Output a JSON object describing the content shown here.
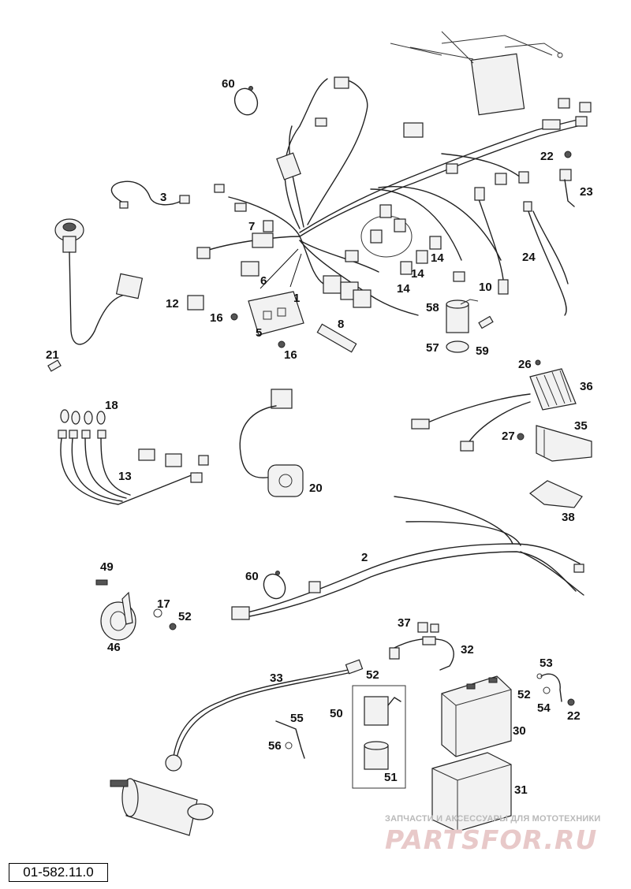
{
  "diagram_code": "01-582.11.0",
  "watermark": {
    "caption": "ЗАПЧАСТИ И АКСЕССУАРЫ ДЛЯ МОТОТЕХНИКИ",
    "brand": "PARTSFOR.RU"
  },
  "callouts": {
    "c60a": "60",
    "c3": "3",
    "c7": "7",
    "c6": "6",
    "c12": "12",
    "c16a": "16",
    "c5": "5",
    "c1": "1",
    "c16b": "16",
    "c8": "8",
    "c14a": "14",
    "c14b": "14",
    "c14c": "14",
    "c58": "58",
    "c57": "57",
    "c59": "59",
    "c10": "10",
    "c24": "24",
    "c22a": "22",
    "c23": "23",
    "c21": "21",
    "c26": "26",
    "c36": "36",
    "c18": "18",
    "c13": "13",
    "c20": "20",
    "c35": "35",
    "c27": "27",
    "c38": "38",
    "c2": "2",
    "c49": "49",
    "c60b": "60",
    "c17": "17",
    "c52a": "52",
    "c46": "46",
    "c37": "37",
    "c32": "32",
    "c33": "33",
    "c52b": "52",
    "c53": "53",
    "c52c": "52",
    "c54": "54",
    "c22b": "22",
    "c55": "55",
    "c50": "50",
    "c30": "30",
    "c56": "56",
    "c51": "51",
    "c31": "31"
  }
}
